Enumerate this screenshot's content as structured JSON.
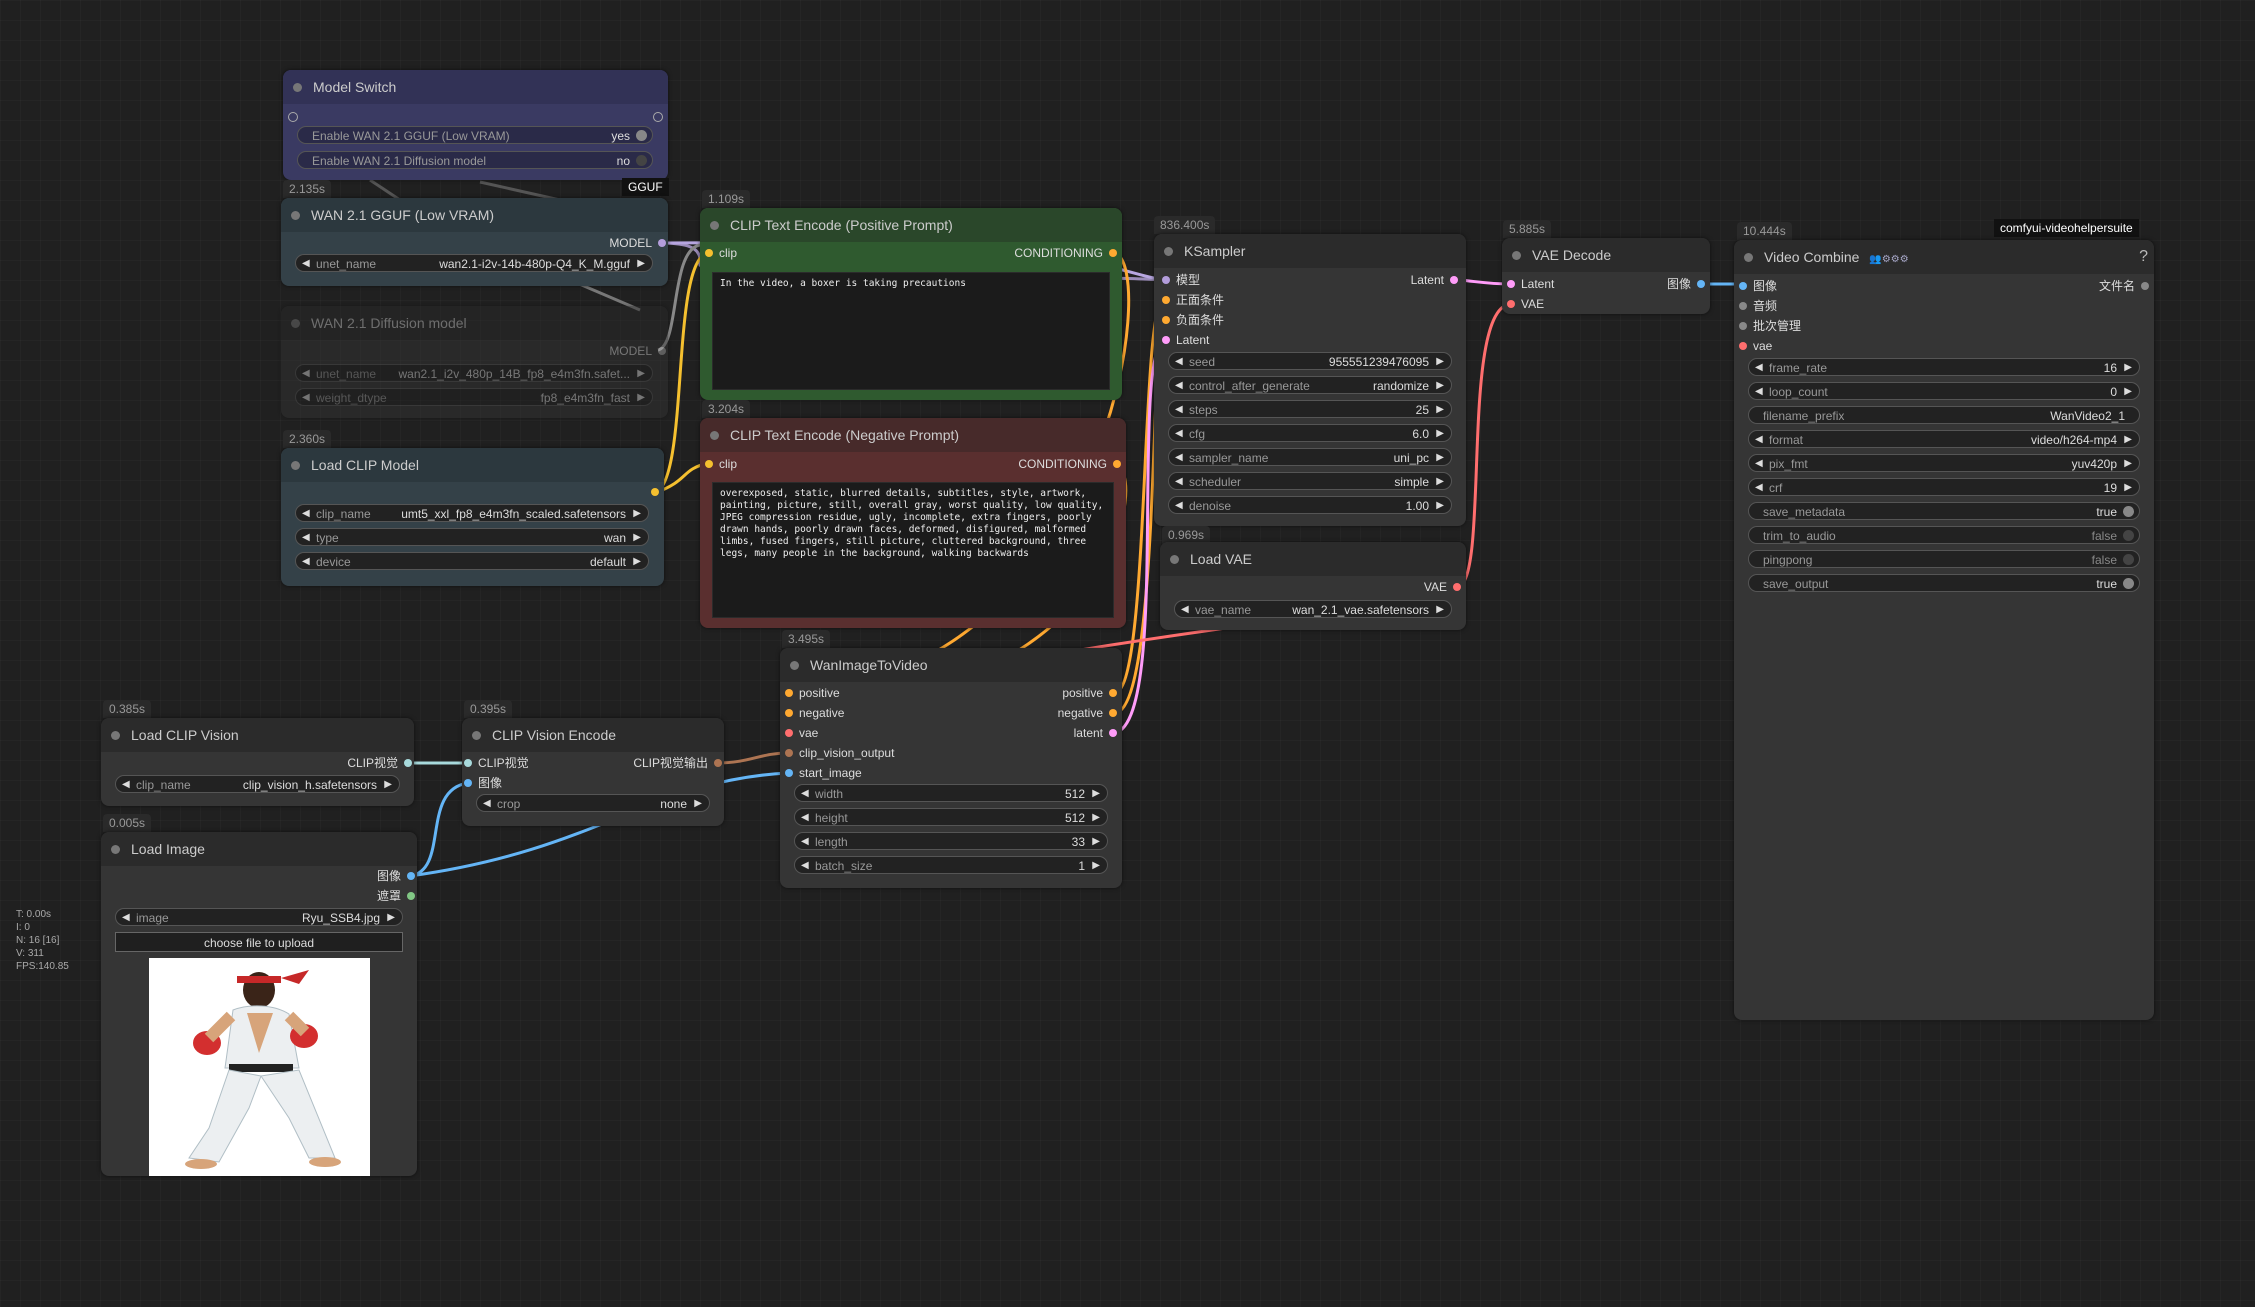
{
  "colors": {
    "background": "#202020",
    "node": "#353535",
    "link_clip": "#f5c02f",
    "link_conditioning": "#ffa931",
    "link_model": "#b39ddb",
    "link_latent": "#ff9cf9",
    "link_vae": "#ff6e6e",
    "link_image": "#64b5f6",
    "link_clip_vision": "#a8dadc",
    "link_clip_vision_output": "#ad7452"
  },
  "nodes": {
    "model_switch": {
      "title": "Model Switch",
      "widgets": [
        {
          "label": "Enable WAN 2.1 GGUF (Low VRAM)",
          "value": "yes"
        },
        {
          "label": "Enable WAN 2.1 Diffusion model",
          "value": "no"
        }
      ],
      "badge": "GGUF"
    },
    "wan_gguf": {
      "time": "2.135s",
      "title": "WAN 2.1 GGUF (Low VRAM)",
      "output": "MODEL",
      "widget": {
        "label": "unet_name",
        "value": "wan2.1-i2v-14b-480p-Q4_K_M.gguf"
      }
    },
    "wan_diffusion": {
      "title": "WAN 2.1 Diffusion model",
      "output": "MODEL",
      "widgets": [
        {
          "label": "unet_name",
          "value": "wan2.1_i2v_480p_14B_fp8_e4m3fn.safet..."
        },
        {
          "label": "weight_dtype",
          "value": "fp8_e4m3fn_fast"
        }
      ]
    },
    "load_clip": {
      "time": "2.360s",
      "title": "Load CLIP Model",
      "widgets": [
        {
          "label": "clip_name",
          "value": "umt5_xxl_fp8_e4m3fn_scaled.safetensors"
        },
        {
          "label": "type",
          "value": "wan"
        },
        {
          "label": "device",
          "value": "default"
        }
      ]
    },
    "clip_pos": {
      "time": "1.109s",
      "title": "CLIP Text Encode (Positive Prompt)",
      "input": "clip",
      "output": "CONDITIONING",
      "text": "In the video, a boxer is taking precautions"
    },
    "clip_neg": {
      "time": "3.204s",
      "title": "CLIP Text Encode (Negative Prompt)",
      "input": "clip",
      "output": "CONDITIONING",
      "text": "overexposed, static, blurred details, subtitles, style, artwork, painting, picture, still, overall gray, worst quality, low quality, JPEG compression residue, ugly, incomplete, extra fingers, poorly drawn hands, poorly drawn faces, deformed, disfigured, malformed limbs, fused fingers, still picture, cluttered background, three legs, many people in the background, walking backwards"
    },
    "ksampler": {
      "time": "836.400s",
      "title": "KSampler",
      "inputs": [
        "模型",
        "正面条件",
        "负面条件",
        "Latent"
      ],
      "output": "Latent",
      "widgets": [
        {
          "label": "seed",
          "value": "955551239476095"
        },
        {
          "label": "control_after_generate",
          "value": "randomize"
        },
        {
          "label": "steps",
          "value": "25"
        },
        {
          "label": "cfg",
          "value": "6.0"
        },
        {
          "label": "sampler_name",
          "value": "uni_pc"
        },
        {
          "label": "scheduler",
          "value": "simple"
        },
        {
          "label": "denoise",
          "value": "1.00"
        }
      ]
    },
    "vae_decode": {
      "time": "5.885s",
      "title": "VAE Decode",
      "inputs": [
        "Latent",
        "VAE"
      ],
      "output": "图像"
    },
    "load_vae": {
      "time": "0.969s",
      "title": "Load VAE",
      "output": "VAE",
      "widget": {
        "label": "vae_name",
        "value": "wan_2.1_vae.safetensors"
      }
    },
    "video_combine": {
      "time": "10.444s",
      "badge": "comfyui-videohelpersuite",
      "title": "Video Combine",
      "title_icons": "👥⚙⚙⚙",
      "help": "?",
      "inputs": [
        "图像",
        "音频",
        "批次管理",
        "vae"
      ],
      "output": "文件名",
      "widgets": [
        {
          "label": "frame_rate",
          "value": "16",
          "kind": "num"
        },
        {
          "label": "loop_count",
          "value": "0",
          "kind": "num"
        },
        {
          "label": "filename_prefix",
          "value": "WanVideo2_1",
          "kind": "text"
        },
        {
          "label": "format",
          "value": "video/h264-mp4",
          "kind": "num"
        },
        {
          "label": "pix_fmt",
          "value": "yuv420p",
          "kind": "num"
        },
        {
          "label": "crf",
          "value": "19",
          "kind": "num"
        },
        {
          "label": "save_metadata",
          "value": "true",
          "kind": "toggle"
        },
        {
          "label": "trim_to_audio",
          "value": "false",
          "kind": "toggle"
        },
        {
          "label": "pingpong",
          "value": "false",
          "kind": "toggle"
        },
        {
          "label": "save_output",
          "value": "true",
          "kind": "toggle"
        }
      ]
    },
    "wan_i2v": {
      "time": "3.495s",
      "title": "WanImageToVideo",
      "inputs": [
        "positive",
        "negative",
        "vae",
        "clip_vision_output",
        "start_image"
      ],
      "outputs": [
        "positive",
        "negative",
        "latent"
      ],
      "widgets": [
        {
          "label": "width",
          "value": "512"
        },
        {
          "label": "height",
          "value": "512"
        },
        {
          "label": "length",
          "value": "33"
        },
        {
          "label": "batch_size",
          "value": "1"
        }
      ]
    },
    "load_clip_vision": {
      "time": "0.385s",
      "title": "Load CLIP Vision",
      "output": "CLIP视觉",
      "widget": {
        "label": "clip_name",
        "value": "clip_vision_h.safetensors"
      }
    },
    "clip_vision_encode": {
      "time": "0.395s",
      "title": "CLIP Vision Encode",
      "inputs": [
        "CLIP视觉",
        "图像"
      ],
      "output": "CLIP视觉输出",
      "widget": {
        "label": "crop",
        "value": "none"
      }
    },
    "load_image": {
      "time": "0.005s",
      "title": "Load Image",
      "outputs": [
        "图像",
        "遮罩"
      ],
      "widget": {
        "label": "image",
        "value": "Ryu_SSB4.jpg"
      },
      "upload_label": "choose file to upload"
    }
  },
  "stats": [
    "T: 0.00s",
    "I: 0",
    "N: 16 [16]",
    "V: 311",
    "FPS:140.85"
  ]
}
